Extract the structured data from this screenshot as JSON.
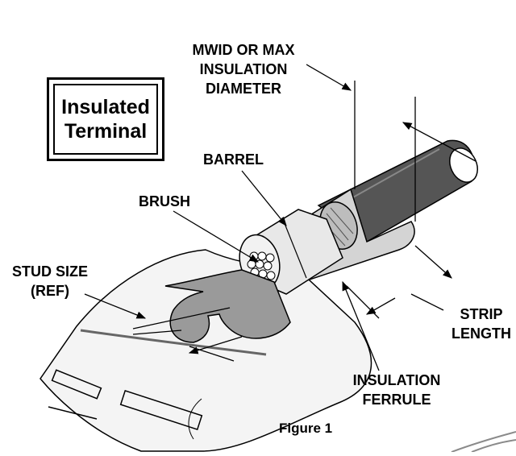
{
  "title_box": {
    "line1": "Insulated",
    "line2": "Terminal"
  },
  "labels": {
    "mwid": {
      "line1": "MWID OR MAX",
      "line2": "INSULATION",
      "line3": "DIAMETER"
    },
    "barrel": "BARREL",
    "brush": "BRUSH",
    "stud_size": {
      "line1": "STUD SIZE",
      "line2": "(REF)"
    },
    "strip_length": {
      "line1": "STRIP",
      "line2": "LENGTH"
    },
    "insulation_ferrule": {
      "line1": "INSULATION",
      "line2": "FERRULE"
    }
  },
  "caption": "Figure 1",
  "colors": {
    "wire_insulation": "#555555",
    "ferrule": "#d4d4d4",
    "barrel": "#e8e8e8",
    "tongue": "#9a9a9a",
    "base_sheet": "#f4f4f4"
  }
}
